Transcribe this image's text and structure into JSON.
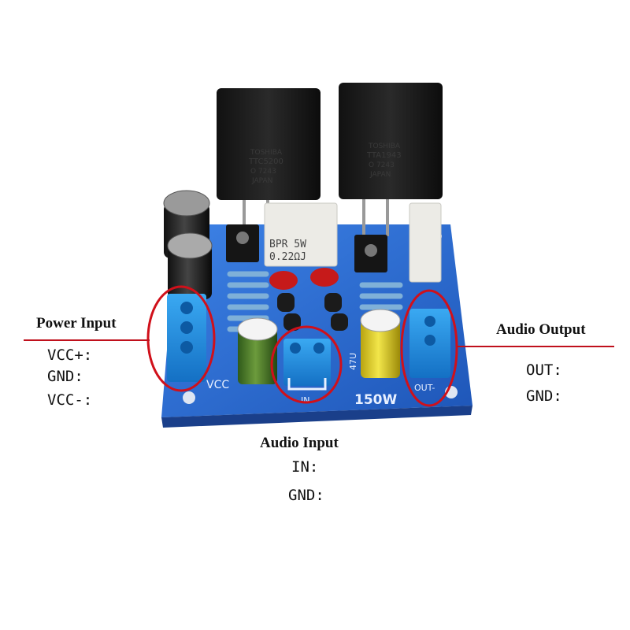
{
  "annotations": {
    "power_input": {
      "title": "Power Input",
      "pins": [
        "VCC+:",
        "GND:",
        "VCC-:"
      ]
    },
    "audio_input": {
      "title": "Audio Input",
      "pins": [
        "IN:",
        "GND:"
      ]
    },
    "audio_output": {
      "title": "Audio Output",
      "pins": [
        "OUT:",
        "GND:"
      ]
    }
  },
  "board_labels": {
    "resistor": [
      "BPR 5W",
      "0.22ΩJ"
    ],
    "power": "150W",
    "vcc": "VCC",
    "out": "OUT-",
    "in": "IN",
    "cap": "47U"
  },
  "transistors": {
    "left": [
      "TOSHIBA",
      "TTC5200",
      "O 7243",
      "JAPAN"
    ],
    "right": [
      "TOSHIBA",
      "TTA1943",
      "O 7243",
      "JAPAN"
    ]
  },
  "colors": {
    "pcb": "#2f6fd6",
    "terminal": "#1f8fe0",
    "highlight": "#d0101a",
    "capacitor_yellow": "#e6d020",
    "capacitor_green": "#4c7a2c"
  }
}
